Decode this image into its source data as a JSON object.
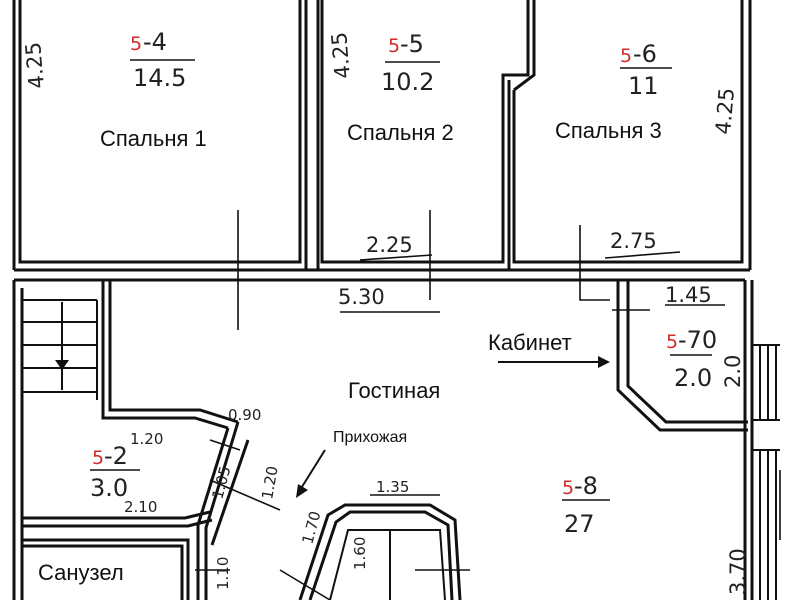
{
  "rooms": {
    "bedroom1": {
      "label": "Спальня 1",
      "code_red": "5",
      "code_rest": " -4",
      "area": "14.5"
    },
    "bedroom2": {
      "label": "Спальня 2",
      "code_red": "5",
      "code_rest": " -5",
      "area": "10.2"
    },
    "bedroom3": {
      "label": "Спальня 3",
      "code_red": "5",
      "code_rest": " -6",
      "area": "11"
    },
    "living": {
      "label": "Гостиная",
      "code_red": "5",
      "code_rest": " -8",
      "area": "27"
    },
    "hall": {
      "label": "Прихожая"
    },
    "study": {
      "label": "Кабинет",
      "code_red": "5",
      "code_rest": " -70",
      "area": "2.0"
    },
    "bath": {
      "label": "Санузел"
    },
    "closet": {
      "code_red": "5",
      "code_rest": " -2",
      "area": "3.0"
    }
  },
  "dimensions": {
    "left_height": "4.25",
    "mid_height": "4.25",
    "right_height": "4.25",
    "bedroom2_width": "2.25",
    "bedroom3_width": "2.75",
    "corridor_width": "5.30",
    "study_width": "1.45",
    "study_height": "2.0",
    "closet_top": "1.20",
    "closet_bottom": "2.10",
    "hall_090": "0.90",
    "hall_120": "1.20",
    "hall_105": "1.05",
    "hall_110": "1.10",
    "hall_135": "1.35",
    "hall_170": "1.70",
    "hall_160": "1.60",
    "right_370": "3.70"
  }
}
